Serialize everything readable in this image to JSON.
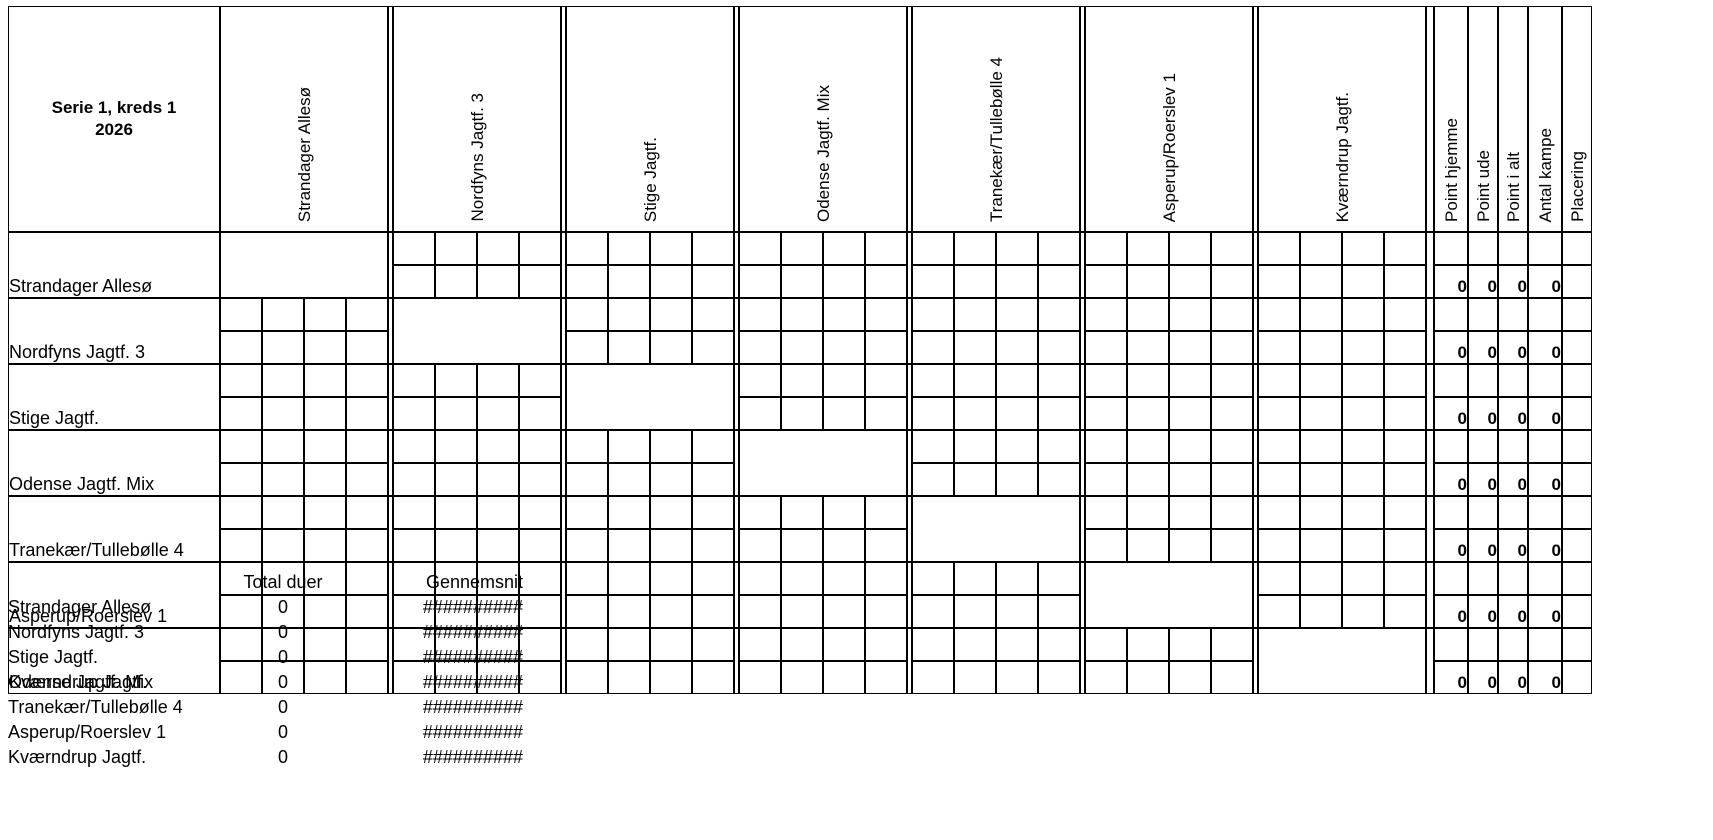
{
  "title": {
    "line1": "Serie 1, kreds 1",
    "line2": "2026"
  },
  "teams": [
    "Strandager Allesø",
    "Nordfyns Jagtf. 3",
    "Stige Jagtf.",
    "Odense Jagtf. Mix",
    "Tranekær/Tullebølle 4",
    "Asperup/Roerslev 1",
    "Kværndrup Jagtf."
  ],
  "stat_headers": [
    "Point hjemme",
    "Point ude",
    "Point i alt",
    "Antal kampe",
    "Placering"
  ],
  "stat_values": [
    {
      "point_hjemme": "0",
      "point_ude": "0",
      "point_i_alt": "0",
      "antal_kampe": "0",
      "placering": ""
    },
    {
      "point_hjemme": "0",
      "point_ude": "0",
      "point_i_alt": "0",
      "antal_kampe": "0",
      "placering": ""
    },
    {
      "point_hjemme": "0",
      "point_ude": "0",
      "point_i_alt": "0",
      "antal_kampe": "0",
      "placering": ""
    },
    {
      "point_hjemme": "0",
      "point_ude": "0",
      "point_i_alt": "0",
      "antal_kampe": "0",
      "placering": ""
    },
    {
      "point_hjemme": "0",
      "point_ude": "0",
      "point_i_alt": "0",
      "antal_kampe": "0",
      "placering": ""
    },
    {
      "point_hjemme": "0",
      "point_ude": "0",
      "point_i_alt": "0",
      "antal_kampe": "0",
      "placering": ""
    },
    {
      "point_hjemme": "0",
      "point_ude": "0",
      "point_i_alt": "0",
      "antal_kampe": "0",
      "placering": ""
    }
  ],
  "summary": {
    "col_total_label": "Total duer",
    "col_avg_label": "Gennemsnit",
    "rows": [
      {
        "name": "Strandager Allesø",
        "total": "0",
        "average": "##########"
      },
      {
        "name": "Nordfyns Jagtf. 3",
        "total": "0",
        "average": "##########"
      },
      {
        "name": "Stige Jagtf.",
        "total": "0",
        "average": "##########"
      },
      {
        "name": "Odense Jagtf. Mix",
        "total": "0",
        "average": "##########"
      },
      {
        "name": "Tranekær/Tullebølle 4",
        "total": "0",
        "average": "##########"
      },
      {
        "name": "Asperup/Roerslev 1",
        "total": "0",
        "average": "##########"
      },
      {
        "name": "Kværndrup Jagtf.",
        "total": "0",
        "average": "##########"
      }
    ]
  },
  "colors": {
    "header_blue": "#9CC9F5",
    "cell_green": "#CCFFCC",
    "cell_blue": "#8FC4F5",
    "cell_white": "#FFFFFF",
    "diagonal_black": "#000000",
    "stat_home_green": "#CCFFCC",
    "stat_away_cyan": "#CCFFFF"
  },
  "grid": {
    "subcols_per_team": 4,
    "subrows_per_team": 2,
    "top_row_pattern": [
      "green",
      "green",
      "blue",
      "blue"
    ],
    "bottom_row_pattern": [
      "green",
      "white",
      "blue",
      "white"
    ]
  }
}
